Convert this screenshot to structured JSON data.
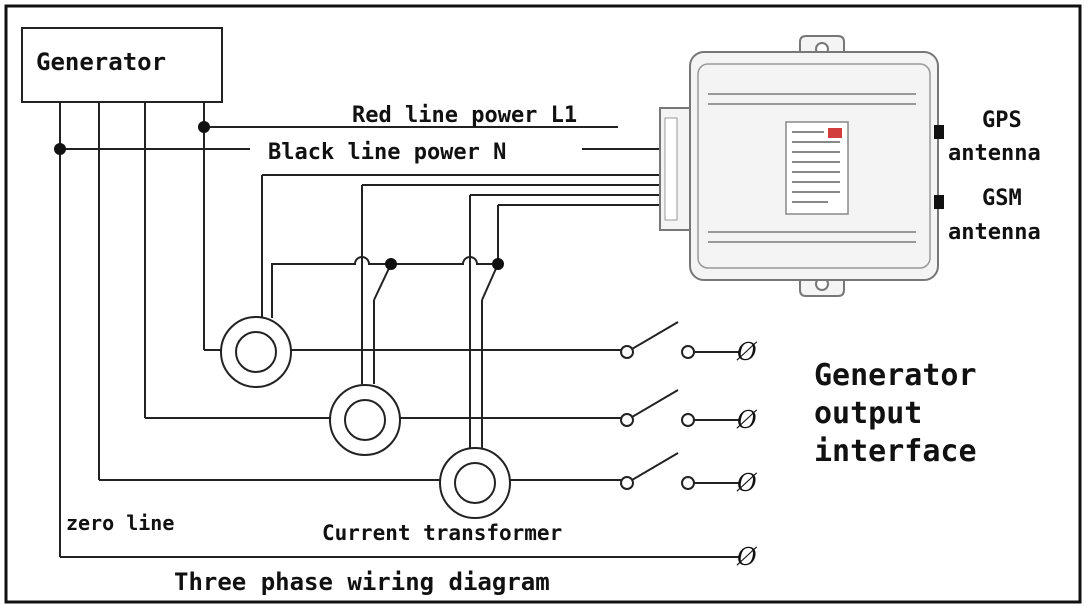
{
  "labels": {
    "generator": "Generator",
    "red_line": "Red line power L1",
    "black_line": "Black line power N",
    "gps": "GPS",
    "gps_antenna": "antenna",
    "gsm": "GSM",
    "gsm_antenna": "antenna",
    "output_line1": "Generator",
    "output_line2": "output",
    "output_line3": "interface",
    "zero_line": "zero line",
    "current_transformer": "Current transformer",
    "caption": "Three phase wiring diagram",
    "terminal": "Ø"
  },
  "colors": {
    "line": "#222222",
    "device": "#777777",
    "device_fill": "#f4f4f4",
    "sticker_red": "#d23c3c"
  },
  "icons": {
    "switch": "switch-icon",
    "terminal": "terminal-icon",
    "current_transformer": "current-transformer-icon",
    "tracker": "gps-tracker-device-icon"
  }
}
